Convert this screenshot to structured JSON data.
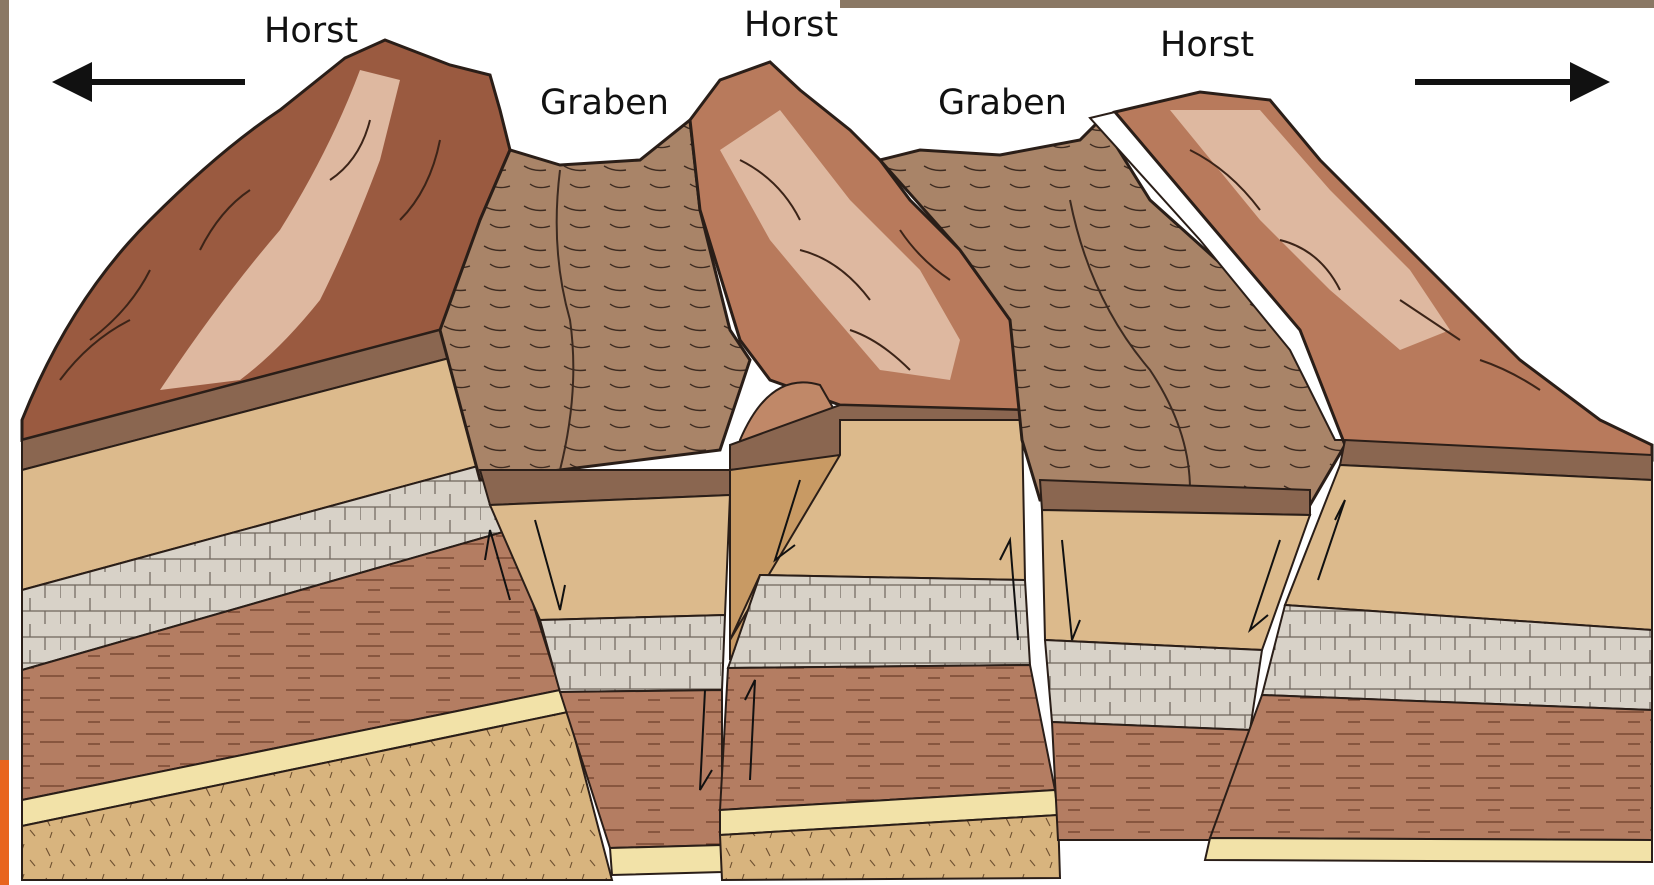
{
  "labels": {
    "horst_left": "Horst",
    "horst_middle": "Horst",
    "horst_right": "Horst",
    "graben_left": "Graben",
    "graben_right": "Graben"
  },
  "arrows": {
    "left": "extension-arrow-left",
    "right": "extension-arrow-right"
  },
  "colors": {
    "mountain_dark": "#9a5a40",
    "mountain_mid": "#b87a5c",
    "mountain_light": "#deb8a0",
    "graben_surface": "#a98468",
    "soil_band": "#8a6650",
    "sandstone": "#dcba8c",
    "limestone": "#d8d2c8",
    "shale": "#b47d62",
    "coal_band": "#f2e2a8",
    "base_rock": "#d8b47e",
    "outline": "#2a1e18",
    "photo_edge": "#8a7864",
    "orange_edge": "#e8651e"
  }
}
